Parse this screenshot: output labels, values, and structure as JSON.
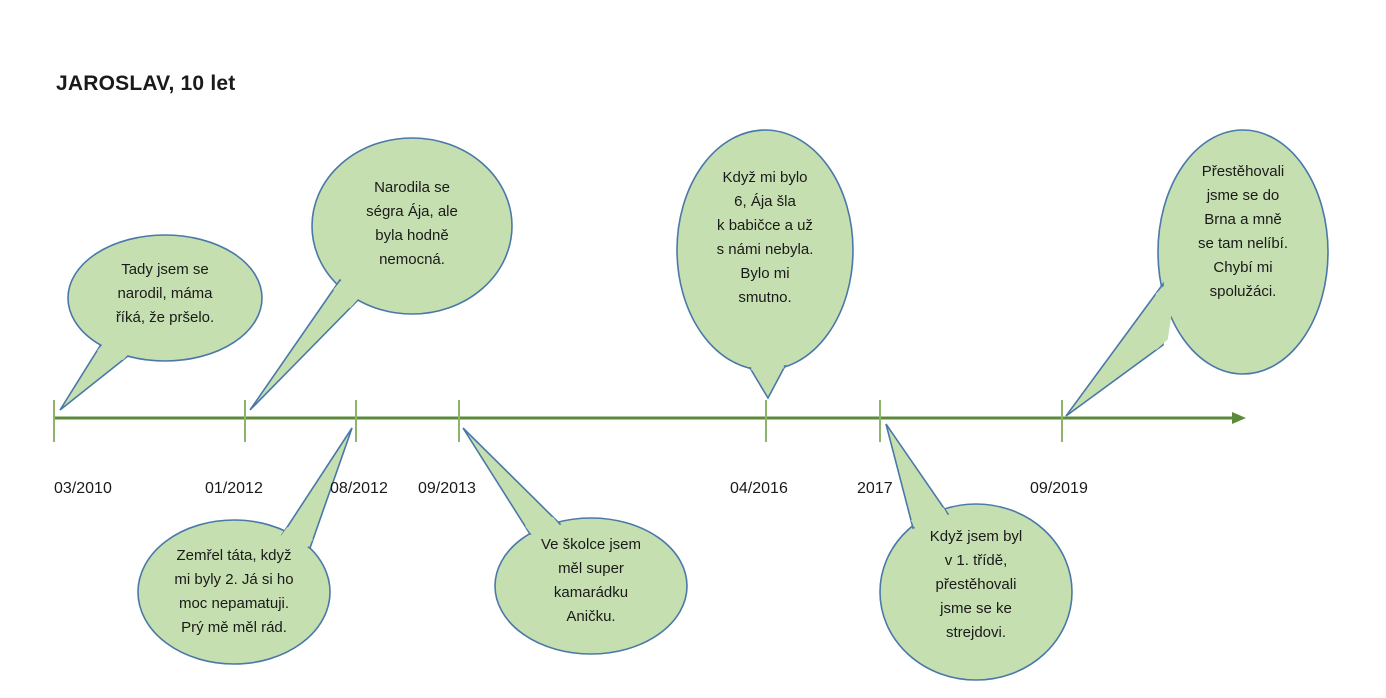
{
  "title": "JAROSLAV, 10 let",
  "colors": {
    "axis": "#5b8a3a",
    "tick": "#8cb46a",
    "bubble_fill": "#c6dfb1",
    "bubble_stroke": "#4a78a8"
  },
  "timeline": {
    "events": [
      {
        "date": "03/2010",
        "side": "above",
        "lines": [
          "Tady jsem se",
          "narodil, máma",
          "říká, že pršelo."
        ]
      },
      {
        "date": "01/2012",
        "side": "above",
        "lines": [
          "Narodila se",
          "ségra Ája, ale",
          "byla hodně",
          "nemocná."
        ]
      },
      {
        "date": "08/2012",
        "side": "below",
        "lines": [
          "Zemřel táta, když",
          "mi byly 2. Já si ho",
          "moc nepamatuji.",
          "Prý mě měl rád."
        ]
      },
      {
        "date": "09/2013",
        "side": "below",
        "lines": [
          "Ve školce jsem",
          "měl super",
          "kamarádku",
          "Aničku."
        ]
      },
      {
        "date": "04/2016",
        "side": "above",
        "lines": [
          "Když mi bylo",
          "6, Ája šla",
          "k babičce a už",
          "s námi nebyla.",
          "Bylo mi",
          "smutno."
        ]
      },
      {
        "date": "2017",
        "side": "below",
        "lines": [
          "Když jsem byl",
          "v 1. třídě,",
          "přestěhovali",
          "jsme se ke",
          "strejdovi."
        ]
      },
      {
        "date": "09/2019",
        "side": "above",
        "lines": [
          "Přestěhovali",
          "jsme se do",
          "Brna a mně",
          "se tam nelíbí.",
          "Chybí mi",
          "spolužáci."
        ]
      }
    ]
  }
}
